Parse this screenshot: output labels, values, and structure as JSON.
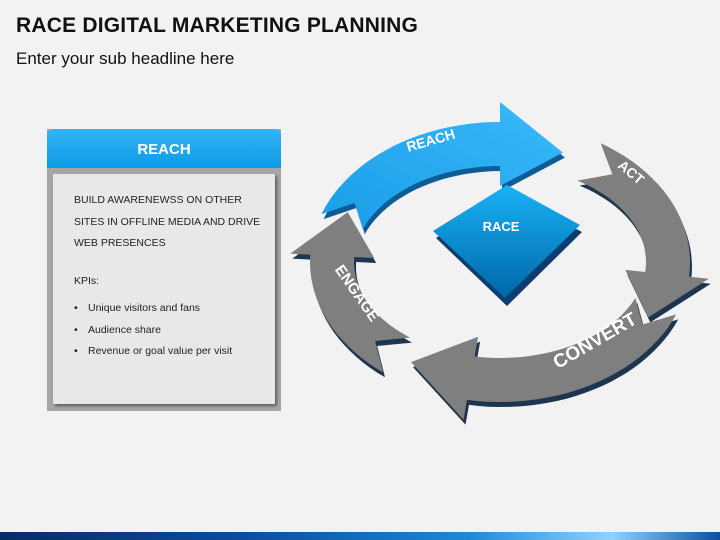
{
  "header": {
    "title": "RACE DIGITAL MARKETING PLANNING",
    "subtitle": "Enter your sub headline here"
  },
  "card": {
    "title": "REACH",
    "description": "BUILD AWARENEWSS ON OTHER SITES IN OFFLINE MEDIA AND DRIVE WEB PRESENCES",
    "kpi_label": "KPIs:",
    "kpis": [
      "Unique visitors and fans",
      "Audience share",
      "Revenue or goal value per visit"
    ]
  },
  "cycle": {
    "center_label": "RACE",
    "stages": [
      {
        "label": "REACH",
        "color": "#1aa3ee"
      },
      {
        "label": "ACT",
        "color": "#7f7f7f"
      },
      {
        "label": "CONVERT",
        "color": "#7f7f7f"
      },
      {
        "label": "ENGAGE",
        "color": "#7f7f7f"
      }
    ]
  },
  "colors": {
    "accent": "#1aa3ee",
    "center": "#0a7fc8"
  }
}
